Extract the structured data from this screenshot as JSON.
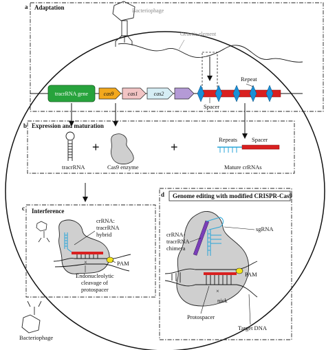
{
  "panels": {
    "a": {
      "letter": "a",
      "title": "Adaptation"
    },
    "b": {
      "letter": "b",
      "title": "Expression and maturation"
    },
    "c": {
      "letter": "c",
      "title": "Interference"
    },
    "d": {
      "letter": "d",
      "title": "Genome editing with modified CRISPR-Cas9"
    }
  },
  "labels": {
    "bacteriophage_top": "Bacteriophage",
    "genetic_element": "Genetic element",
    "repeat": "Repeat",
    "spacer_locus": "Spacer",
    "tracrrna_gene": "tracrRNA gene",
    "cas9": "cas9",
    "cas1": "cas1",
    "cas2": "cas2",
    "tracrrna": "tracrRNA",
    "plus": "+",
    "cas9_enzyme": "Cas9 enzyme",
    "repeats": "Repeats",
    "spacer_mature": "Spacer",
    "mature_crrnas": "Mature crRNAs",
    "hybrid_line1": "crRNA:",
    "hybrid_line2": "tracrRNA",
    "hybrid_line3": "hybrid",
    "pam_c": "PAM",
    "x_mark": "×",
    "endo_line1": "Endonucleolytic",
    "endo_line2": "cleavage of",
    "endo_line3": "protospacer",
    "chimera_line1": "crRNA-",
    "chimera_line2": "tracrRNA",
    "chimera_line3": "chimera",
    "sgrna": "sgRNA",
    "pam_d": "PAM",
    "nick": "nick",
    "protospacer": "Protospacer",
    "target_dna": "Target DNA",
    "bacteriophage_bottom": "Bacteriophage"
  },
  "colors": {
    "tracrrna_gene": "#27a33c",
    "cas9_gene": "#f2a81d",
    "cas1_gene": "#f2c4c4",
    "cas2_gene": "#d6eef5",
    "extra_gene": "#b49ad6",
    "repeat_diamond": "#1a8fd6",
    "spacer_red": "#d92020",
    "rna_blue": "#2aa6d8",
    "cas9_protein": "#cfcfcf",
    "pam_yellow": "#f2e31a",
    "chimera_purple": "#7a3fb8",
    "membrane": "#1a1a1a"
  }
}
